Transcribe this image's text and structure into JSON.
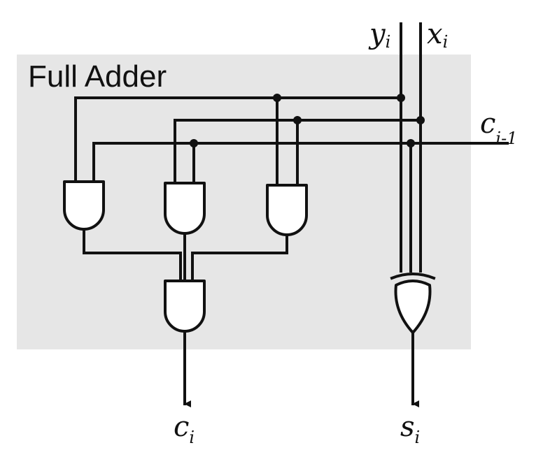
{
  "diagram": {
    "block_title": "Full Adder",
    "colors": {
      "block_fill": "#e6e6e6",
      "ink": "#111111"
    },
    "inputs": {
      "y": {
        "main": "y",
        "sub": "i"
      },
      "x": {
        "main": "x",
        "sub": "i"
      },
      "c_in": {
        "main": "c",
        "sub": "i-1"
      }
    },
    "outputs": {
      "carry": {
        "main": "c",
        "sub": "i"
      },
      "sum": {
        "main": "s",
        "sub": "i"
      }
    },
    "gates": [
      "and-gate",
      "and-gate",
      "and-gate",
      "and-gate",
      "xor-gate"
    ]
  }
}
